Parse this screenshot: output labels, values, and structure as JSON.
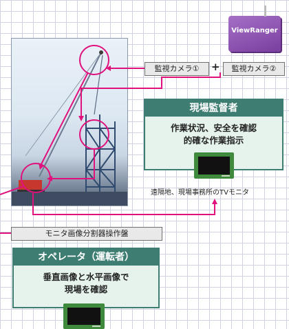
{
  "product": {
    "name": "ViewRanger"
  },
  "cameras": {
    "camera1": "監視カメラ①",
    "plus": "+",
    "camera2": "監視カメラ②"
  },
  "site_supervisor": {
    "title": "現場監督者",
    "lines": [
      "作業状況、安全を確認",
      "的確な作業指示"
    ],
    "caption": "遠隔地、現場事務所のTVモニタ"
  },
  "splitter": {
    "label": "モニタ画像分割器操作盤"
  },
  "operator": {
    "title": "オペレータ（運転者）",
    "lines": [
      "垂直画像と水平画像で",
      "現場を確認"
    ]
  },
  "colors": {
    "arrow": "#e0107d",
    "panel": "#3d7d72",
    "panel_bg": "#e6f3ec",
    "brand": "#8a4fb0",
    "monitor": "#3f8a3c"
  }
}
